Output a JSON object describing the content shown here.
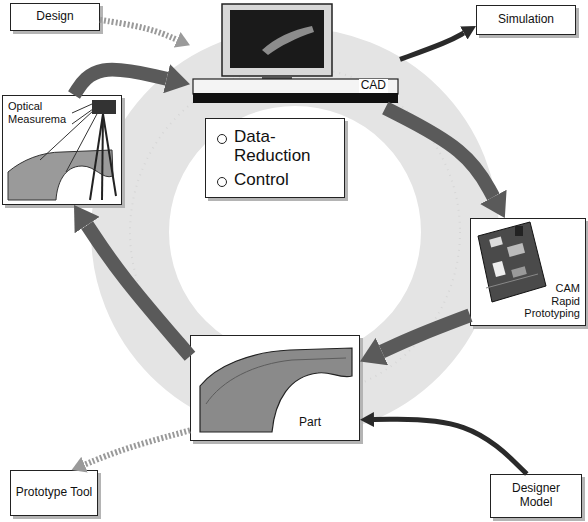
{
  "diagram": {
    "nodes": [
      {
        "text": [
          "Design"
        ]
      },
      {
        "text": [
          "CAD"
        ]
      },
      {
        "text": [
          "Simulation"
        ]
      },
      {
        "text": [
          "Optical Measurema"
        ]
      },
      {
        "text": [
          "Data- Reduction",
          "Control"
        ]
      },
      {
        "text": [
          "CAM Rapid Prototyping"
        ]
      },
      {
        "text": [
          "Part"
        ]
      },
      {
        "text": [
          "Prototype Tool"
        ]
      },
      {
        "text": [
          "Designer Model"
        ]
      }
    ],
    "edges": [
      {
        "from": 0,
        "to": 1,
        "arrow": "to"
      },
      {
        "from": 1,
        "to": 2,
        "arrow": "to"
      },
      {
        "from": 1,
        "to": 5,
        "arrow": "to"
      },
      {
        "from": 5,
        "to": 6,
        "arrow": "to"
      },
      {
        "from": 6,
        "to": 3,
        "arrow": "to"
      },
      {
        "from": 3,
        "to": 1,
        "arrow": "to"
      },
      {
        "from": 8,
        "to": 6,
        "arrow": "to"
      },
      {
        "from": 6,
        "to": 7,
        "arrow": "to"
      }
    ]
  }
}
